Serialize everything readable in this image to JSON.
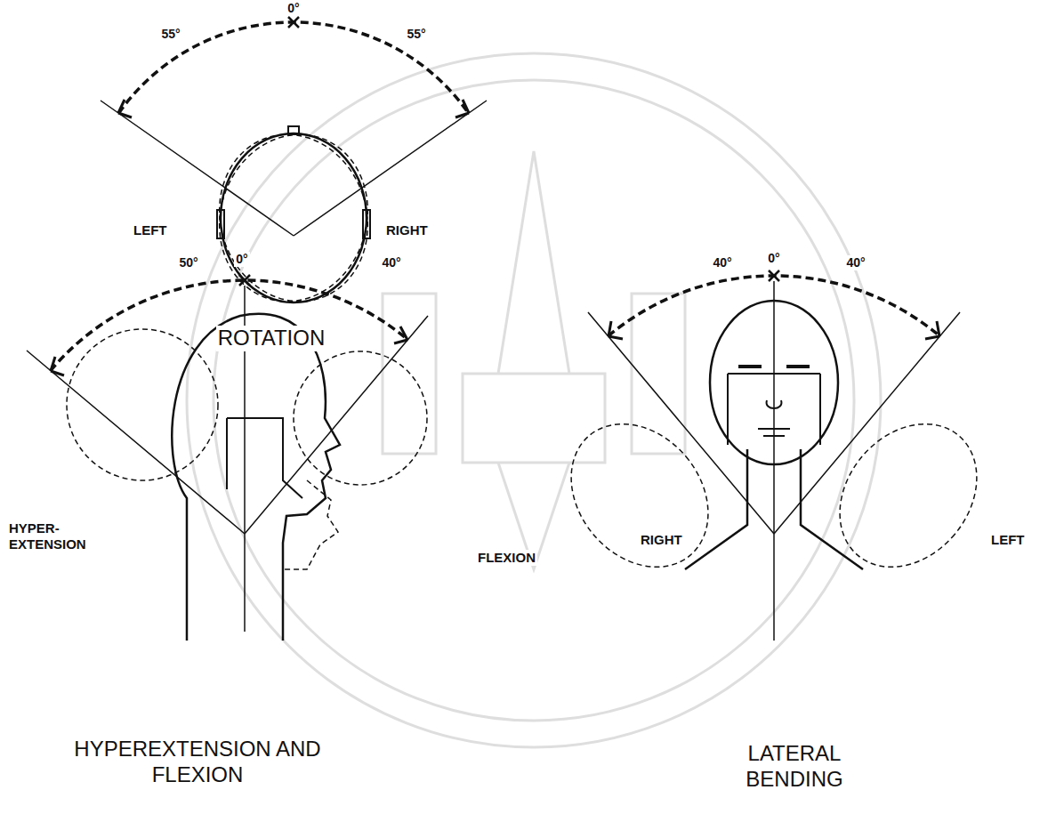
{
  "diagram": {
    "labels": [
      "0°",
      "55°",
      "55°",
      "LEFT",
      "RIGHT",
      "ROTATION",
      "0°",
      "50°",
      "40°",
      "HYPER- EXTENSION",
      "FLEXION",
      "HYPEREXTENSION AND FLEXION",
      "0°",
      "40°",
      "40°",
      "RIGHT",
      "LEFT",
      "LATERAL BENDING"
    ]
  }
}
